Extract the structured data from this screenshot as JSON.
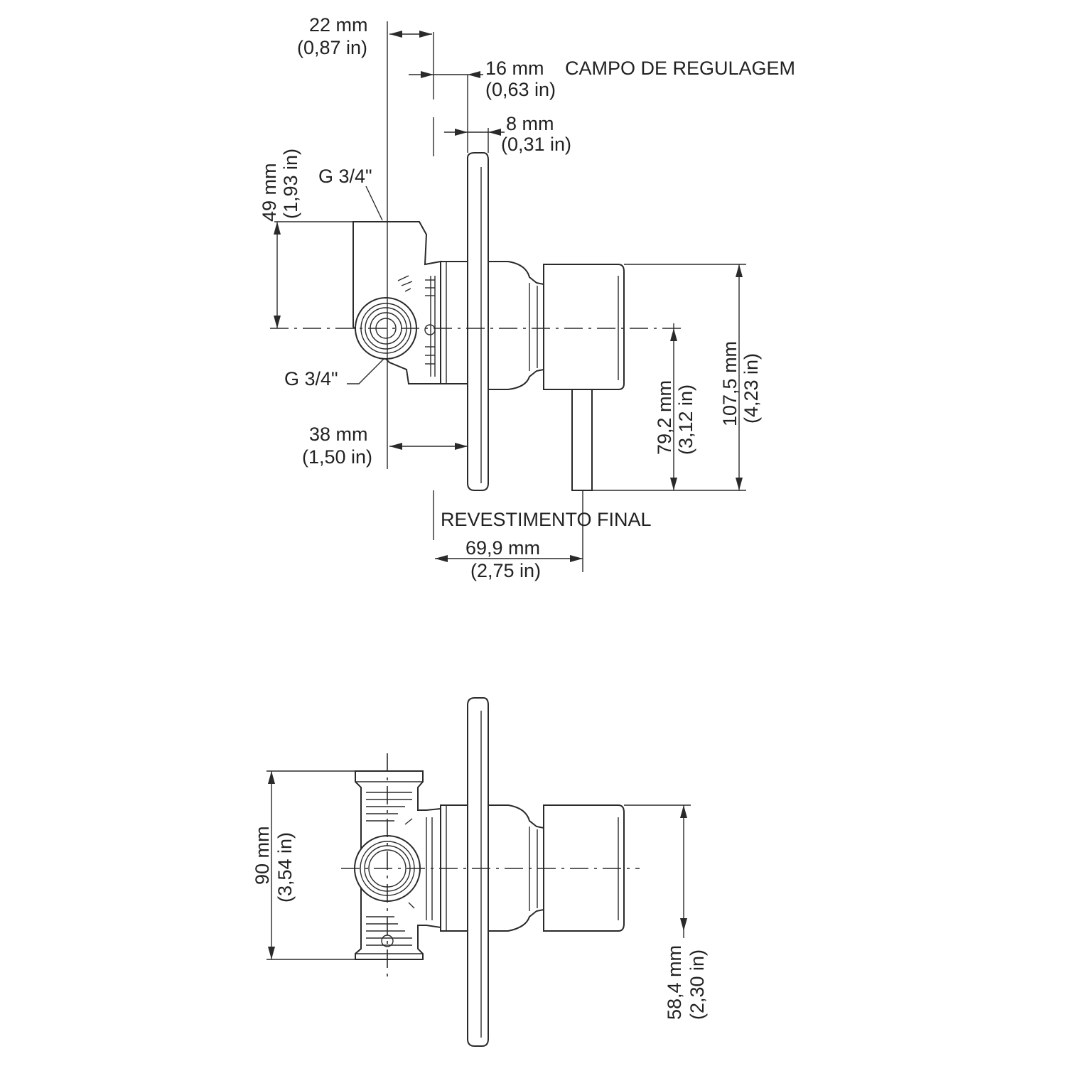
{
  "labels": {
    "dim_22_mm": "22 mm",
    "dim_22_in": "(0,87 in)",
    "dim_16_mm": "16 mm",
    "campo": "CAMPO DE REGULAGEM",
    "dim_16_in": "(0,63 in)",
    "dim_8_mm": "8 mm",
    "dim_8_in": "(0,31 in)",
    "dim_49_mm": "49 mm",
    "dim_49_in": "(1,93 in)",
    "thread_top": "G 3/4\"",
    "thread_bottom": "G 3/4\"",
    "dim_38_mm": "38 mm",
    "dim_38_in": "(1,50 in)",
    "revestimento": "REVESTIMENTO FINAL",
    "dim_69_mm": "69,9 mm",
    "dim_69_in": "(2,75 in)",
    "dim_79_mm": "79,2 mm",
    "dim_79_in": "(3,12 in)",
    "dim_107_mm": "107,5 mm",
    "dim_107_in": "(4,23 in)",
    "dim_90_mm": "90 mm",
    "dim_90_in": "(3,54 in)",
    "dim_58_mm": "58,4 mm",
    "dim_58_in": "(2,30 in)"
  }
}
